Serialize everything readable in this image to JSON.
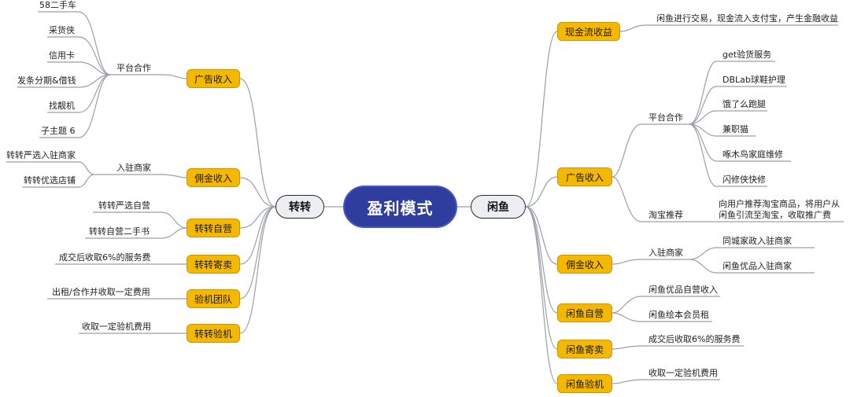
{
  "central": "盈利模式",
  "left": {
    "branch": "转转",
    "ads": {
      "label": "广告收入",
      "platform": "平台合作",
      "partners": [
        "58二手车",
        "采货侠",
        "信用卡",
        "发条分期&借钱",
        "找靓机",
        "子主题 6"
      ]
    },
    "commission": {
      "label": "佣金收入",
      "settle": "入驻商家",
      "shops": [
        "转转严选入驻商家",
        "转转优选店铺"
      ]
    },
    "selfop": {
      "label": "转转自营",
      "items": [
        "转转严选自营",
        "转转自营二手书"
      ]
    },
    "consign": {
      "label": "转转寄卖",
      "desc": "成交后收取6%的服务费"
    },
    "team": {
      "label": "验机团队",
      "desc": "出租/合作并收取一定费用"
    },
    "inspect": {
      "label": "转转验机",
      "desc": "收取一定验机费用"
    }
  },
  "right": {
    "branch": "闲鱼",
    "cashflow": {
      "label": "现金流收益",
      "desc": "闲鱼进行交易，现金流入支付宝，产生金融收益"
    },
    "ads": {
      "label": "广告收入",
      "platform": "平台合作",
      "partners": [
        "get验货服务",
        "DBLab球鞋护理",
        "饿了么跑腿",
        "兼职猫",
        "啄木鸟家庭维修",
        "闪修侠快修"
      ],
      "taobao": "淘宝推荐",
      "taobao_desc_1": "向用户推荐淘宝商品，将用户从",
      "taobao_desc_2": "闲鱼引流至淘宝，收取推广费"
    },
    "commission": {
      "label": "佣金收入",
      "settle": "入驻商家",
      "shops": [
        "同城家政入驻商家",
        "闲鱼优品入驻商家"
      ]
    },
    "selfop": {
      "label": "闲鱼自营",
      "items": [
        "闲鱼优品自营收入",
        "闲鱼绘本会员租"
      ]
    },
    "consign": {
      "label": "闲鱼寄卖",
      "desc": "成交后收取6%的服务费"
    },
    "inspect": {
      "label": "闲鱼验机",
      "desc": "收取一定验机费用"
    }
  },
  "colors": {
    "central": "#2f3e9e",
    "pill": "#f5b800",
    "branch": "#eceef1",
    "line": "#9a9fa8"
  }
}
